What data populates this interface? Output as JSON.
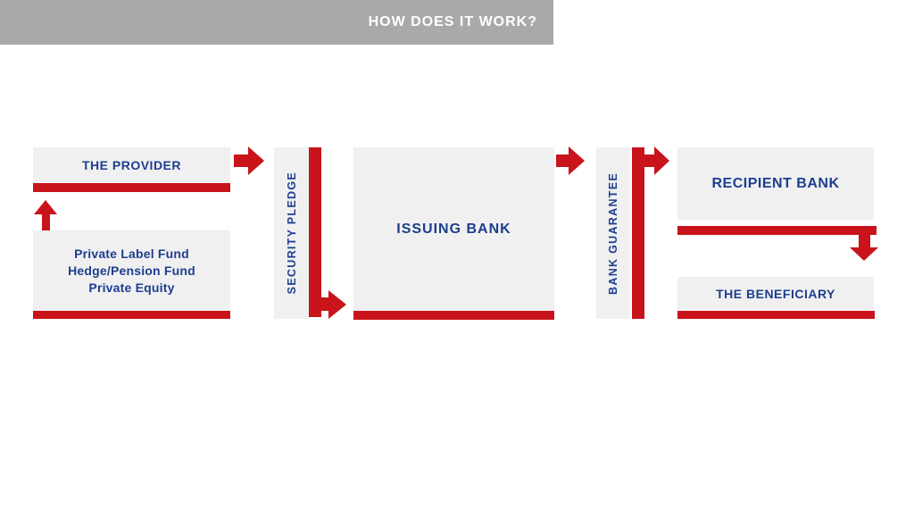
{
  "header": {
    "title": "HOW DOES IT WORK?"
  },
  "diagram": {
    "provider": {
      "label": "THE PROVIDER"
    },
    "funds": {
      "lines": [
        "Private Label Fund",
        "Hedge/Pension Fund",
        "Private Equity"
      ]
    },
    "security_pledge": {
      "label": "SECURITY PLEDGE"
    },
    "issuing_bank": {
      "label": "ISSUING BANK"
    },
    "bank_guarantee": {
      "label": "BANK GUARANTEE"
    },
    "recipient_bank": {
      "label": "RECIPIENT BANK"
    },
    "beneficiary": {
      "label": "THE BENEFICIARY"
    },
    "flow": [
      "funds-to-provider",
      "provider-to-security-pledge",
      "security-pledge-to-issuing-bank",
      "issuing-bank-to-bank-guarantee",
      "bank-guarantee-to-recipient-bank",
      "recipient-bank-to-beneficiary"
    ]
  },
  "colors": {
    "accent_red": "#c8141a",
    "text_navy": "#1d3e8e",
    "box_fill": "#f0f0f1",
    "header_gray": "#a9a9a9",
    "header_text": "#ffffff",
    "background": "#ffffff"
  }
}
